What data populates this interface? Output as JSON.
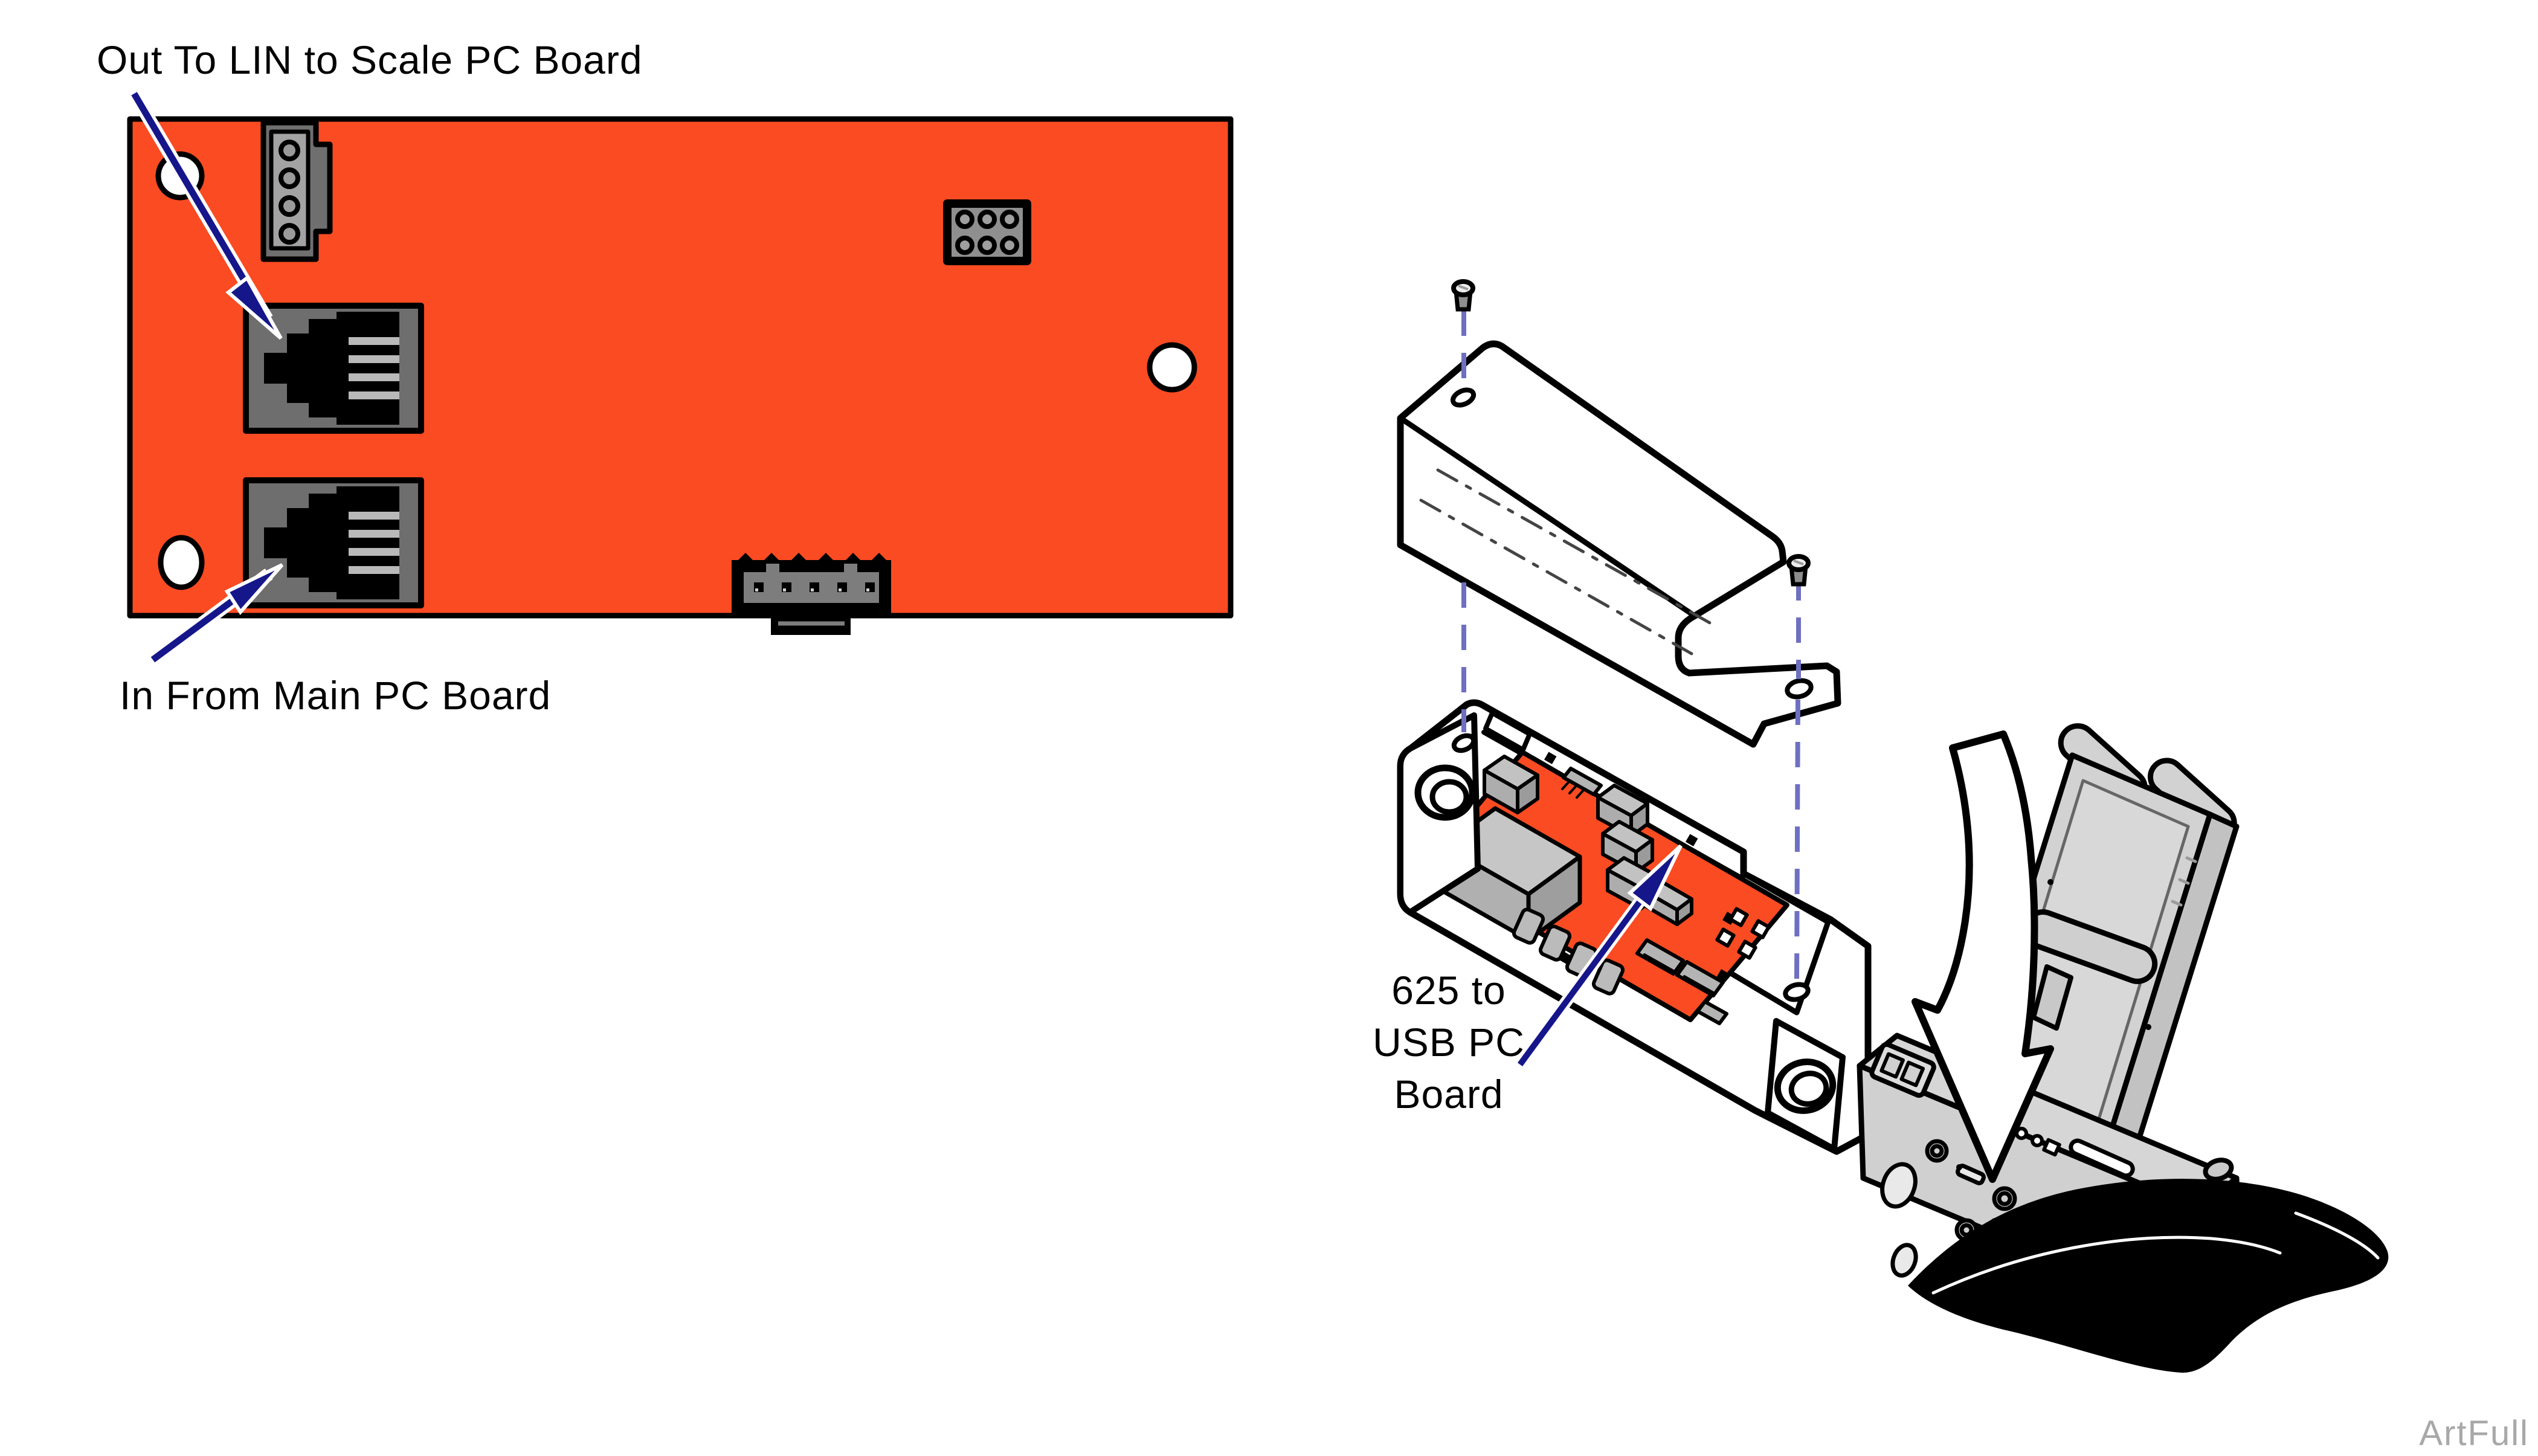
{
  "figure": {
    "labels": {
      "out_to_lin": "Out To LIN to Scale PC Board",
      "in_from_main": "In From Main PC Board",
      "usb_line1": "625 to",
      "usb_line2": "USB PC",
      "usb_line3": "Board",
      "watermark": "ArtFull"
    },
    "icons": {
      "leader_arrow": "navy arrow with white casing",
      "screw": "pan-head screw",
      "guide_line": "dashed alignment line",
      "rj_jack": "modular RJ jack silhouette",
      "mounting_hole": "white drilled hole"
    },
    "colors": {
      "board_orange": "#FB4B22",
      "leader_navy": "#16168B",
      "guide_dash_blue": "#6F6FC2",
      "connector_gray": "#6E6E6E",
      "connector_light_gray": "#A3A3A3",
      "contact_gray": "#B9B9B9",
      "machine_gray": "#D2D2D2",
      "upholstery_black": "#000000",
      "watermark_gray": "#A8A8A8"
    }
  }
}
